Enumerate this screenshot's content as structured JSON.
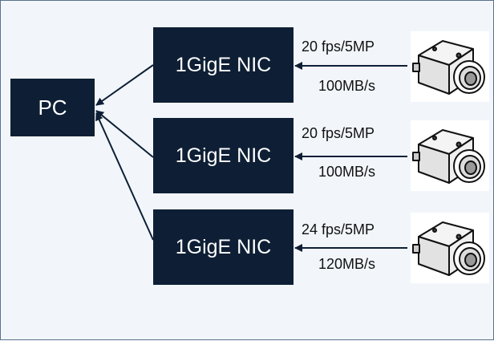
{
  "pc": {
    "label": "PC"
  },
  "nics": [
    {
      "label": "1GigE NIC",
      "rate": "20 fps/5MP",
      "bandwidth": "100MB/s"
    },
    {
      "label": "1GigE NIC",
      "rate": "20 fps/5MP",
      "bandwidth": "100MB/s"
    },
    {
      "label": "1GigE NIC",
      "rate": "24 fps/5MP",
      "bandwidth": "120MB/s"
    }
  ],
  "cameras": [
    {
      "icon": "camera-icon"
    },
    {
      "icon": "camera-icon"
    },
    {
      "icon": "camera-icon"
    }
  ],
  "colors": {
    "box": "#0e1f35",
    "background": "#f2f6fb",
    "border": "#58708c",
    "line": "#0e1f35"
  }
}
